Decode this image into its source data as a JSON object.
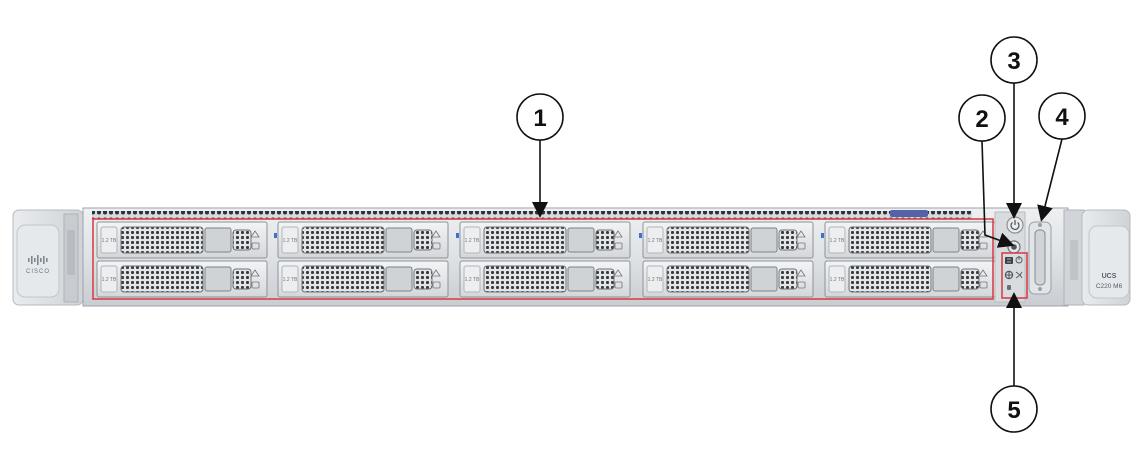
{
  "callouts": [
    {
      "id": "1",
      "label": "1"
    },
    {
      "id": "2",
      "label": "2"
    },
    {
      "id": "3",
      "label": "3"
    },
    {
      "id": "4",
      "label": "4"
    },
    {
      "id": "5",
      "label": "5"
    }
  ],
  "brand": "CISCO",
  "model_line1": "UCS",
  "model_line2": "C220 M6",
  "drive_label": "1.2 TB",
  "highlight_color": "#d9414a",
  "icons": {
    "power": "power-button-icon",
    "unit_id": "unit-id-button-icon",
    "kvm": "kvm-connector-icon",
    "status_leds": "status-led-panel-icon"
  }
}
